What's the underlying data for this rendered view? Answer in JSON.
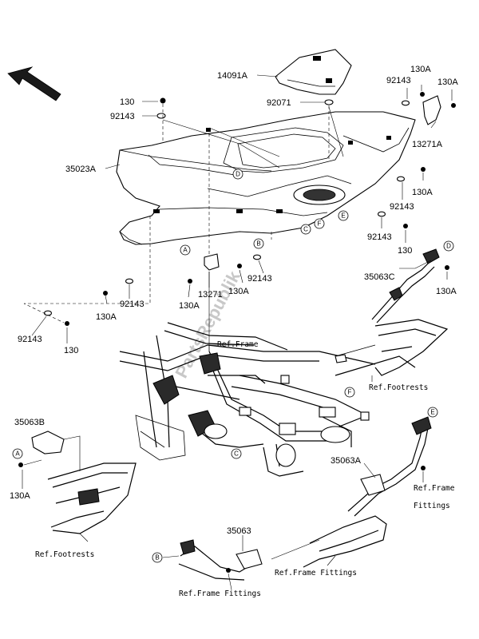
{
  "labels": {
    "p14091A": "14091A",
    "p92071": "92071",
    "p130_top": "130",
    "p92143_top": "92143",
    "p35023A": "35023A",
    "p92143_tr": "92143",
    "p130A_tr1": "130A",
    "p130A_tr2": "130A",
    "p13271A": "13271A",
    "p130A_r": "130A",
    "p92143_r1": "92143",
    "p92143_r2": "92143",
    "p130_r": "130",
    "p130A_m": "130A",
    "p92143_m": "92143",
    "p13271": "13271",
    "p130A_m2": "130A",
    "p130A_l": "130A",
    "p92143_l": "92143",
    "p92143_ll": "92143",
    "p130_ll": "130",
    "p35063C": "35063C",
    "p130A_rr": "130A",
    "p35063B": "35063B",
    "p130A_lb": "130A",
    "p35063A": "35063A",
    "p35063": "35063"
  },
  "refs": {
    "frame": "Ref.Frame",
    "footrests_r": "Ref.Footrests",
    "footrests_l": "Ref.Footrests",
    "frame_fittings_r1": "Ref.Frame",
    "frame_fittings_r2": "Fittings",
    "frame_fittings_m": "Ref.Frame Fittings",
    "frame_fittings_b": "Ref.Frame Fittings"
  },
  "callouts": {
    "A": "A",
    "B": "B",
    "C": "C",
    "D": "D",
    "E": "E",
    "F": "F"
  },
  "watermark": "PartsRepublik"
}
